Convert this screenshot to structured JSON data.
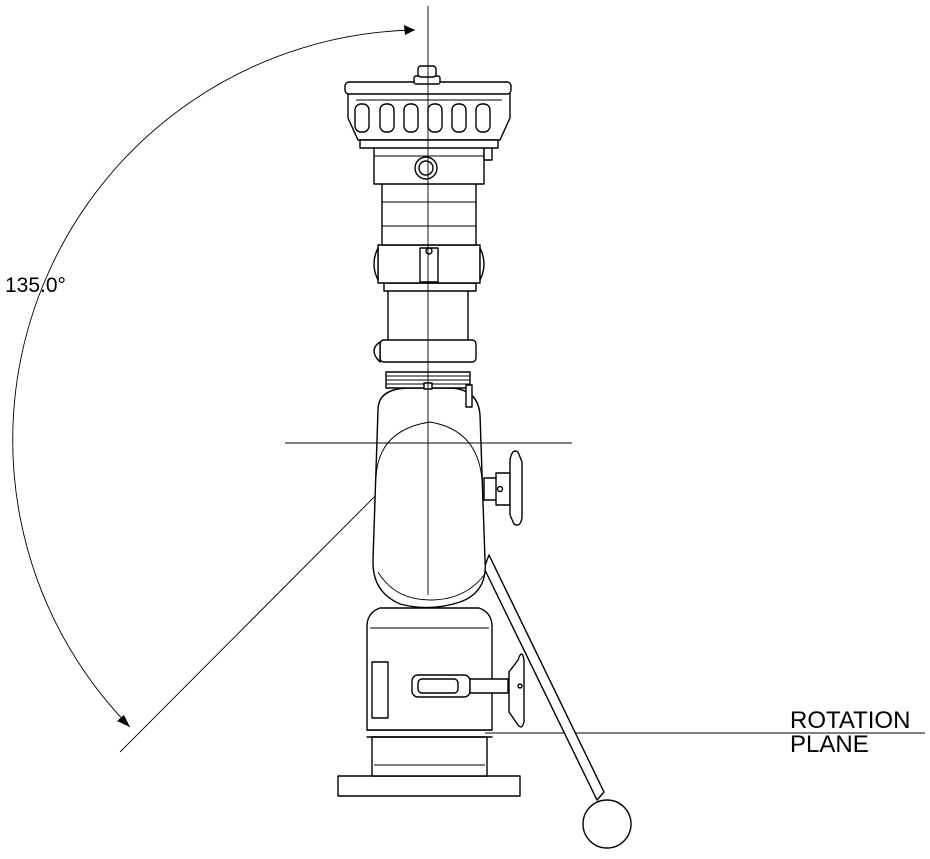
{
  "drawing": {
    "angle_label": "135.0°",
    "plane_label_line1": "ROTATION",
    "plane_label_line2": "PLANE"
  }
}
